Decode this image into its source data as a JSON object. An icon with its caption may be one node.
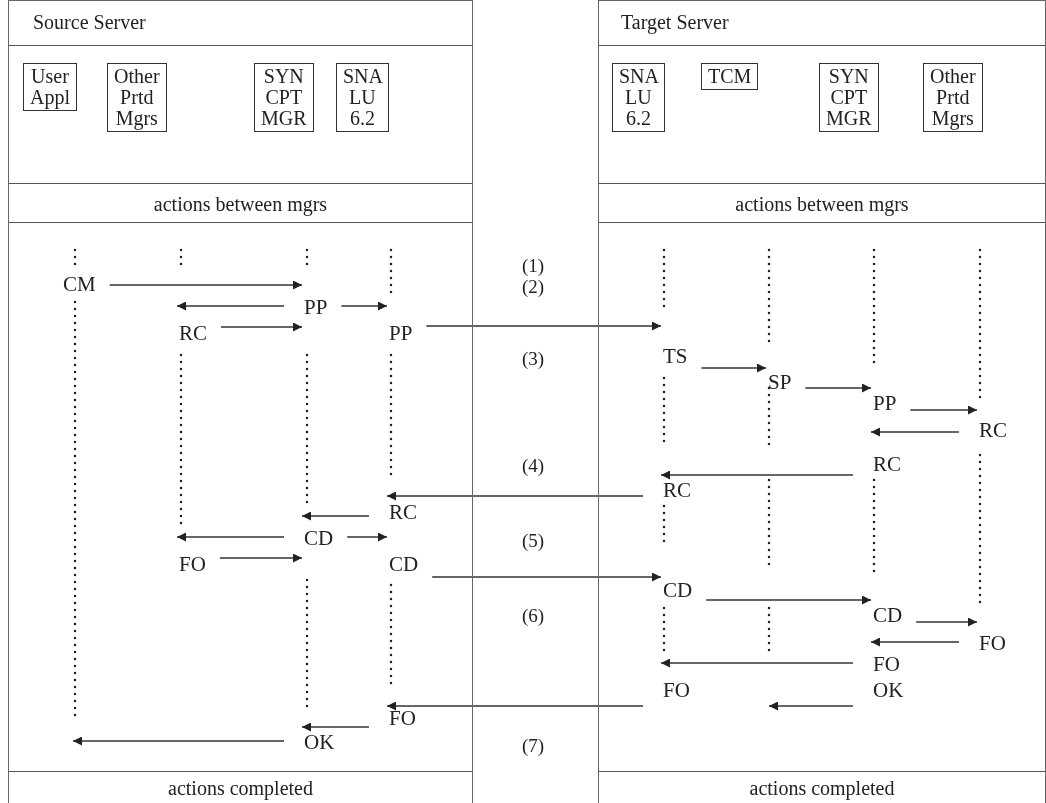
{
  "diagram": {
    "nodes": [
      {
        "text": [
          "Source Server"
        ]
      },
      {
        "text": [
          "User Appl"
        ],
        "in": 0
      },
      {
        "text": [
          "Other Prtd Mgrs"
        ],
        "in": 0
      },
      {
        "text": [
          "SYN CPT MGR"
        ],
        "in": 0
      },
      {
        "text": [
          "SNA LU 6.2"
        ],
        "in": 0
      },
      {
        "text": [
          "actions between mgrs"
        ],
        "in": 0
      },
      {
        "text": [
          "Target Server"
        ]
      },
      {
        "text": [
          "SNA LU 6.2"
        ],
        "in": 6
      },
      {
        "text": [
          "TCM"
        ],
        "in": 6
      },
      {
        "text": [
          "SYN CPT MGR"
        ],
        "in": 6
      },
      {
        "text": [
          "Other Prtd Mgrs"
        ],
        "in": 6
      },
      {
        "text": [
          "actions between mgrs"
        ],
        "in": 6
      },
      {
        "text": [
          "CM"
        ],
        "in": 0
      },
      {
        "text": [
          "PP"
        ],
        "in": 0
      },
      {
        "text": [
          "RC"
        ],
        "in": 0
      },
      {
        "text": [
          "PP"
        ],
        "in": 0
      },
      {
        "text": [
          "TS"
        ],
        "in": 6
      },
      {
        "text": [
          "SP"
        ],
        "in": 6
      },
      {
        "text": [
          "PP"
        ],
        "in": 6
      },
      {
        "text": [
          "RC"
        ],
        "in": 6
      },
      {
        "text": [
          "RC"
        ],
        "in": 6
      },
      {
        "text": [
          "RC"
        ],
        "in": 6
      },
      {
        "text": [
          "RC"
        ],
        "in": 0
      },
      {
        "text": [
          "CD"
        ],
        "in": 0
      },
      {
        "text": [
          "FO"
        ],
        "in": 0
      },
      {
        "text": [
          "CD"
        ],
        "in": 0
      },
      {
        "text": [
          "CD"
        ],
        "in": 6
      },
      {
        "text": [
          "CD"
        ],
        "in": 6
      },
      {
        "text": [
          "FO"
        ],
        "in": 6
      },
      {
        "text": [
          "FO"
        ],
        "in": 6
      },
      {
        "text": [
          "FO"
        ],
        "in": 6
      },
      {
        "text": [
          "OK"
        ],
        "in": 6
      },
      {
        "text": [
          "FO"
        ],
        "in": 0
      },
      {
        "text": [
          "OK"
        ],
        "in": 0
      },
      {
        "text": [
          "actions completed"
        ],
        "in": 0
      },
      {
        "text": [
          "actions completed"
        ],
        "in": 6
      }
    ],
    "edges": [
      {
        "from": 12,
        "to": 13,
        "arrow": "to"
      },
      {
        "from": 13,
        "to": 14,
        "arrow": "to"
      },
      {
        "from": 13,
        "to": 15,
        "arrow": "to"
      },
      {
        "from": 14,
        "to": 13,
        "arrow": "to"
      },
      {
        "from": 15,
        "to": 16,
        "arrow": "to"
      },
      {
        "from": 16,
        "to": 17,
        "arrow": "to"
      },
      {
        "from": 17,
        "to": 18,
        "arrow": "to"
      },
      {
        "from": 18,
        "to": 19,
        "arrow": "to"
      },
      {
        "from": 19,
        "to": 20,
        "arrow": "to"
      },
      {
        "from": 20,
        "to": 21,
        "arrow": "to"
      },
      {
        "from": 21,
        "to": 22,
        "arrow": "to"
      },
      {
        "from": 22,
        "to": 23,
        "arrow": "to"
      },
      {
        "from": 23,
        "to": 24,
        "arrow": "to"
      },
      {
        "from": 23,
        "to": 25,
        "arrow": "to"
      },
      {
        "from": 24,
        "to": 23,
        "arrow": "to"
      },
      {
        "from": 25,
        "to": 26,
        "arrow": "to"
      },
      {
        "from": 26,
        "to": 27,
        "arrow": "to"
      },
      {
        "from": 27,
        "to": 28,
        "arrow": "to"
      },
      {
        "from": 28,
        "to": 29,
        "arrow": "to"
      },
      {
        "from": 29,
        "to": 30,
        "arrow": "to"
      },
      {
        "from": 31,
        "to": null,
        "arrow": "to"
      },
      {
        "from": 30,
        "to": 32,
        "arrow": "to"
      },
      {
        "from": 32,
        "to": 33,
        "arrow": "to"
      },
      {
        "from": 33,
        "to": null,
        "arrow": "to"
      }
    ],
    "labels": [
      "(1)",
      "(2)",
      "(3)",
      "(4)",
      "(5)",
      "(6)",
      "(7)"
    ]
  }
}
